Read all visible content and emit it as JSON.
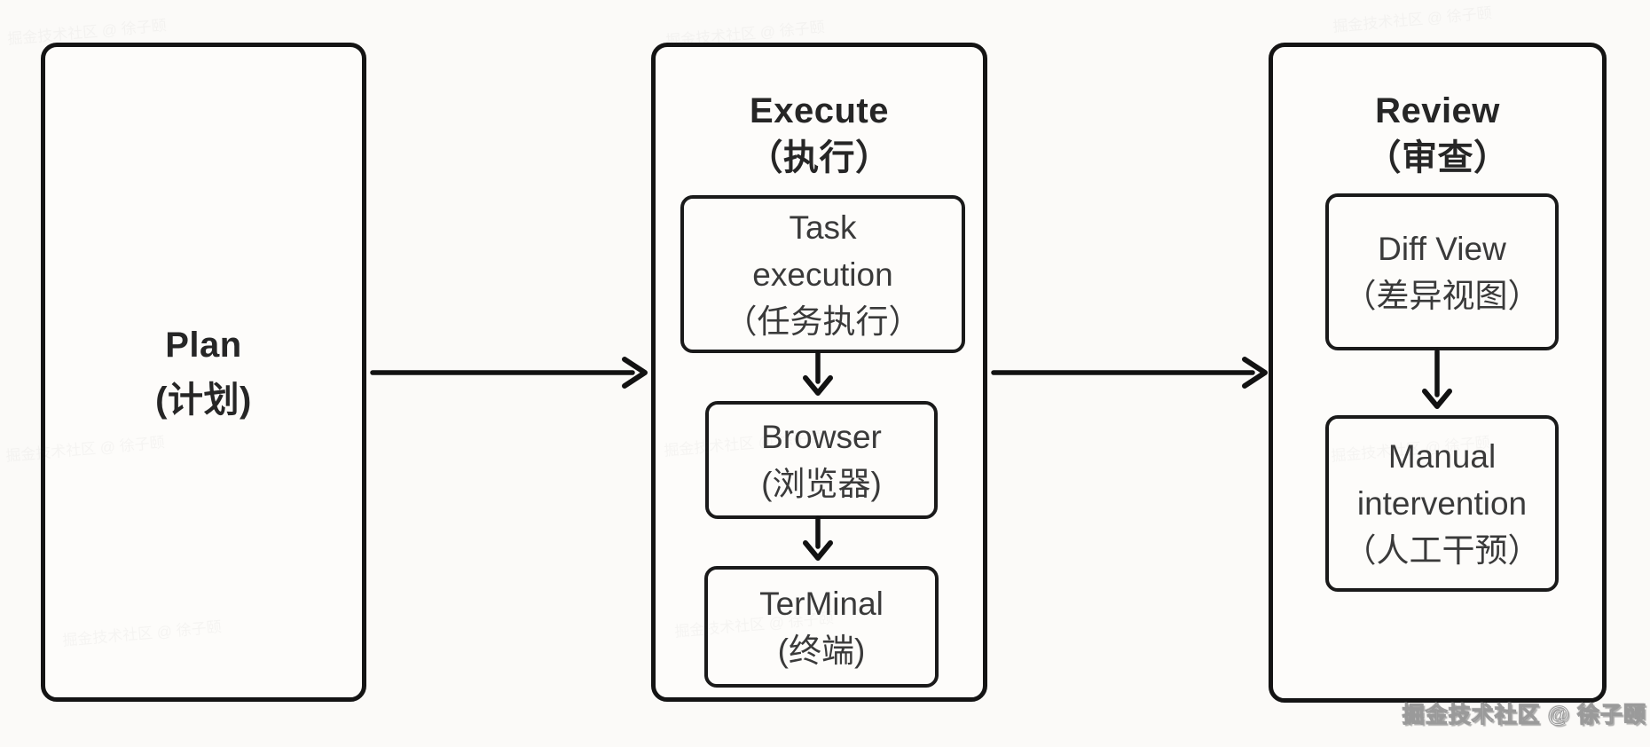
{
  "page": {
    "background_color": "#fbfaf8",
    "border_color": "#141414",
    "title_text_color": "#262626",
    "body_text_color": "#3a3a3a",
    "arrow_color": "#121212"
  },
  "nodes": {
    "plan": {
      "label": "Plan",
      "sub": "(计划)"
    },
    "execute": {
      "label": "Execute",
      "sub": "（执行）"
    },
    "task": {
      "line1": "Task",
      "line2": "execution",
      "sub": "（任务执行）"
    },
    "browser": {
      "label": "Browser",
      "sub": "(浏览器)"
    },
    "terminal": {
      "label": "TerMinal",
      "sub": "(终端)"
    },
    "review": {
      "label": "Review",
      "sub": "（审查）"
    },
    "diffview": {
      "label": "Diff View",
      "sub": "（差异视图）"
    },
    "manual": {
      "line1": "Manual",
      "line2": "intervention",
      "sub": "（人工干预）"
    }
  },
  "edges": [
    {
      "from": "plan",
      "to": "execute"
    },
    {
      "from": "execute",
      "to": "review"
    },
    {
      "from": "task-execution",
      "to": "browser"
    },
    {
      "from": "browser",
      "to": "terminal"
    },
    {
      "from": "diff-view",
      "to": "manual-intervention"
    }
  ],
  "watermark": {
    "text": "掘金技术社区 @ 徐子颐"
  }
}
